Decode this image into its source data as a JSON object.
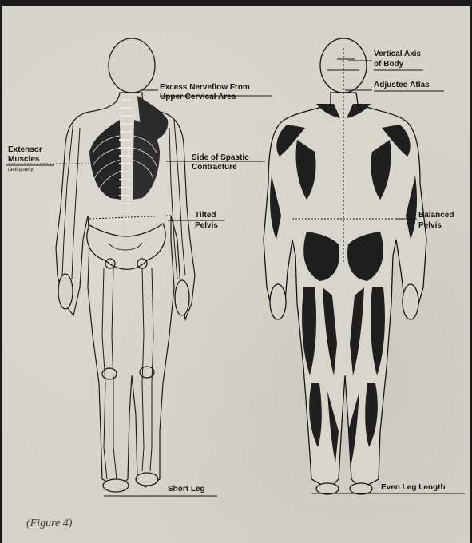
{
  "labels": {
    "excess_nerveflow_line1": "Excess Nerveflow From",
    "excess_nerveflow_line2": "Upper Cervical Area",
    "extensor_line1": "Extensor",
    "extensor_line2": "Muscles",
    "anti_gravity": "(anti-gravity)",
    "spastic_line1": "Side of Spastic",
    "spastic_line2": "Contracture",
    "tilted_line1": "Tilted",
    "tilted_line2": "Pelvis",
    "short_leg": "Short Leg",
    "vertical_axis_line1": "Vertical Axis",
    "vertical_axis_line2": "of Body",
    "adjusted_atlas": "Adjusted Atlas",
    "balanced_line1": "Balanced",
    "balanced_line2": "Pelvis",
    "even_leg": "Even Leg Length"
  },
  "caption": "(Figure 4)",
  "colors": {
    "paper": "#d6d3cb",
    "ink": "#151515",
    "frame": "#1a1a1a"
  }
}
